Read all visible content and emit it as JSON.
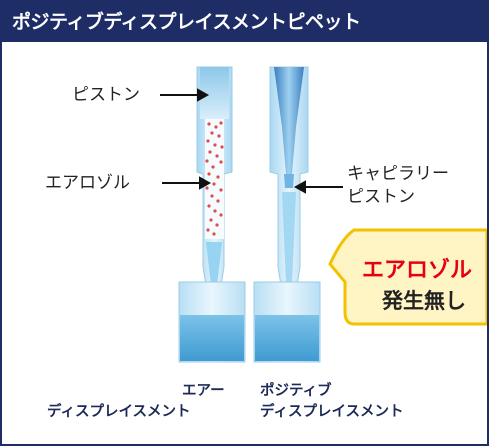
{
  "title": "ポジティブディスプレイスメントピペット",
  "labels": {
    "piston": "ピストン",
    "aerosol": "エアロゾル",
    "capillary_line1": "キャピラリー",
    "capillary_line2": "ピストン"
  },
  "captions": {
    "air_line1": "エアー",
    "air_line2": "ディスプレイスメント",
    "positive_line1": "ポジティブ",
    "positive_line2": "ディスプレイスメント"
  },
  "callout": {
    "line1": "エアロゾル",
    "line2": "発生無し"
  },
  "colors": {
    "header_bg": "#1f2d66",
    "callout_fill": "#fff5c9",
    "callout_border": "#f2c200",
    "callout_text_red": "#e60012",
    "liquid": "#5fb4e0"
  }
}
